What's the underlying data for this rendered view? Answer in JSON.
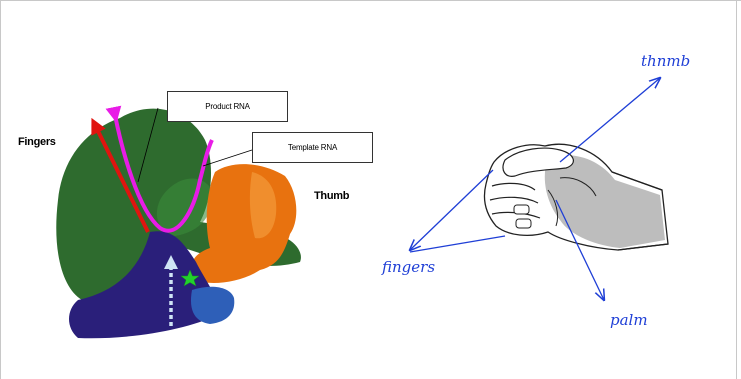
{
  "left_diagram": {
    "fingers_label": "Fingers",
    "thumb_label": "Thumb",
    "product_rna_label": "Product RNA",
    "template_rna_label": "Template RNA"
  },
  "right_diagram": {
    "thumb_label": "thnmb",
    "fingers_label": "fingers",
    "palm_label": "palm"
  },
  "colors": {
    "fingers_domain": "#2e6b2e",
    "thumb_domain": "#e8720f",
    "palm_domain": "#2a1f7a",
    "blue_region": "#2e5fb8",
    "product_rna_arrow": "#e0140f",
    "template_rna_strand": "#e81ce6",
    "nucleotide_arrow": "#cfe4f5",
    "active_site_star": "#22d12c",
    "annotation_ink": "#1f3fd6",
    "hand_shading": "#bdbdbd"
  }
}
